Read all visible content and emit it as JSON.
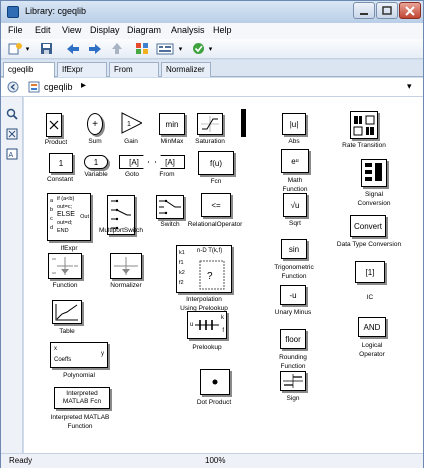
{
  "window": {
    "title": "Library: cgeqlib"
  },
  "menu": [
    "File",
    "Edit",
    "View",
    "Display",
    "Diagram",
    "Analysis",
    "Help"
  ],
  "tabs": [
    "cgeqlib",
    "IfExpr",
    "From",
    "Normalizer"
  ],
  "address": "cgeqlib",
  "status": {
    "left": "Ready",
    "zoom": "100%"
  },
  "blocks": {
    "product": {
      "label": "Product"
    },
    "sum": {
      "label": "Sum"
    },
    "gain": {
      "label": "Gain"
    },
    "minmax": {
      "label": "MinMax",
      "text": "min"
    },
    "saturation": {
      "label": "Saturation"
    },
    "abs": {
      "label": "Abs",
      "text": "|u|"
    },
    "rate_transition": {
      "label": "Rate Transition"
    },
    "constant": {
      "label": "Constant",
      "text": "1"
    },
    "variable": {
      "label": "Variable",
      "text": "1"
    },
    "goto": {
      "label": "Goto",
      "text": "[A]"
    },
    "from": {
      "label": "From",
      "text": "[A]"
    },
    "fcn": {
      "label": "Fcn",
      "text": "f(u)"
    },
    "math_function": {
      "label": "Math\nFunction",
      "text": "eᵘ"
    },
    "signal_conversion": {
      "label": "Signal\nConversion"
    },
    "ifexpr": {
      "label": "IfExpr",
      "lines": [
        "if (a<b)",
        "out=c;",
        "ELSE",
        "out=d;",
        "END"
      ],
      "ports": [
        "a",
        "b",
        "c",
        "d"
      ],
      "out": "Out"
    },
    "multiport": {
      "label": "MultiportSwitch"
    },
    "switch": {
      "label": "Switch"
    },
    "relational": {
      "label": "RelationalOperator",
      "text": "<="
    },
    "sqrt": {
      "label": "Sqrt",
      "text": "√u"
    },
    "convert": {
      "label": "Data Type Conversion",
      "text": "Convert"
    },
    "function": {
      "label": "Function"
    },
    "normalizer": {
      "label": "Normalizer"
    },
    "interp": {
      "label": "Interpolation\nUsing Prelookup",
      "title": "n-D T(k,f)",
      "ports": [
        "k1",
        "f1",
        "k2",
        "f2"
      ]
    },
    "trig": {
      "label": "Trigonometric\nFunction",
      "text": "sin"
    },
    "ic": {
      "label": "IC",
      "text": "[1]"
    },
    "table": {
      "label": "Table"
    },
    "unary_minus": {
      "label": "Unary Minus",
      "text": "-u"
    },
    "prelookup": {
      "label": "Prelookup",
      "ports": [
        "u",
        "k",
        "f"
      ]
    },
    "rounding": {
      "label": "Rounding\nFunction",
      "text": "floor"
    },
    "logical": {
      "label": "Logical\nOperator",
      "text": "AND"
    },
    "polynomial": {
      "label": "Polynomial",
      "ports": [
        "x",
        "Coeffs"
      ],
      "out": "y"
    },
    "dot_product": {
      "label": "Dot Product"
    },
    "sign": {
      "label": "Sign"
    },
    "interpreted": {
      "label": "Interpreted MATLAB\nFunction",
      "text": "Interpreted\nMATLAB Fcn"
    }
  }
}
